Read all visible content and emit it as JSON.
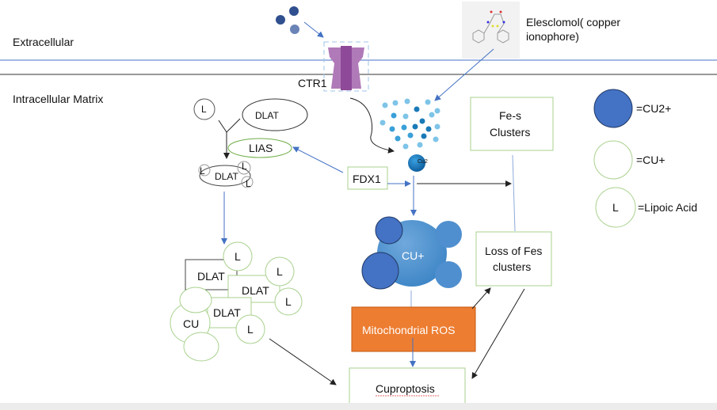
{
  "regions": {
    "extracellular": "Extracellular",
    "intracellular": "Intracellular Matrix"
  },
  "transporter": {
    "label": "CTR1"
  },
  "drug": {
    "label_line1": "Elesclomol( copper",
    "label_line2": "ionophore)"
  },
  "nodes": {
    "lipoic_top": "L",
    "dlat_top": "DLAT",
    "lias": "LIAS",
    "dlat_lipoylated": "DLAT",
    "dlat_l": "L",
    "fdx1": "FDX1",
    "cu_ion": "Cu2",
    "fes_line1": "Fe-s",
    "fes_line2": "Clusters",
    "loss_line1": "Loss of Fes",
    "loss_line2": "clusters",
    "cu_plus": "CU+",
    "ros": "Mitochondrial ROS",
    "cuproptosis": "Cuproptosis",
    "aggregate": {
      "dlat": "DLAT",
      "l": "L",
      "cu": "CU"
    }
  },
  "legend": {
    "cu2": "=CU2+",
    "cu1": "=CU+",
    "lipoic_symbol": "L",
    "lipoic": "=Lipoic Acid"
  },
  "colors": {
    "membrane_blue": "#4472c4",
    "cu2_fill": "#4472c4",
    "green_border": "#70ad47",
    "ros_fill": "#ed7d31",
    "ctr1_purple": "#a05aa8",
    "cu_plus_fill": "#5b9bd5"
  }
}
